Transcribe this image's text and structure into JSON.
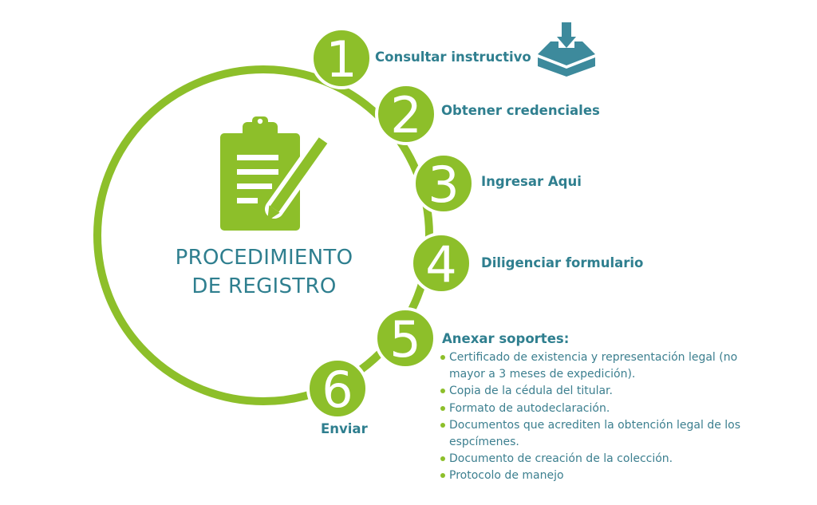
{
  "title": {
    "line1": "PROCEDIMIENTO",
    "line2": "DE REGISTRO"
  },
  "steps": [
    {
      "number": "1",
      "label": "Consultar instructivo",
      "icon": "download-tray-icon"
    },
    {
      "number": "2",
      "label": "Obtener credenciales"
    },
    {
      "number": "3",
      "label": "Ingresar Aqui"
    },
    {
      "number": "4",
      "label": "Diligenciar formulario"
    },
    {
      "number": "5",
      "label": "Anexar soportes:",
      "items": [
        "Certificado de existencia y representación legal (no mayor a 3 meses de expedición).",
        "Copia de la cédula del titular.",
        "Formato de autodeclaración.",
        "Documentos que acrediten la obtención legal de los espcímenes.",
        "Documento de creación de la colección.",
        "Protocolo de manejo"
      ]
    },
    {
      "number": "6",
      "label": "Enviar"
    }
  ],
  "center_icon": "clipboard-pencil-icon",
  "colors": {
    "green": "#8dbf2a",
    "teal": "#2f7f8f",
    "icon_teal": "#3d8a9c"
  }
}
